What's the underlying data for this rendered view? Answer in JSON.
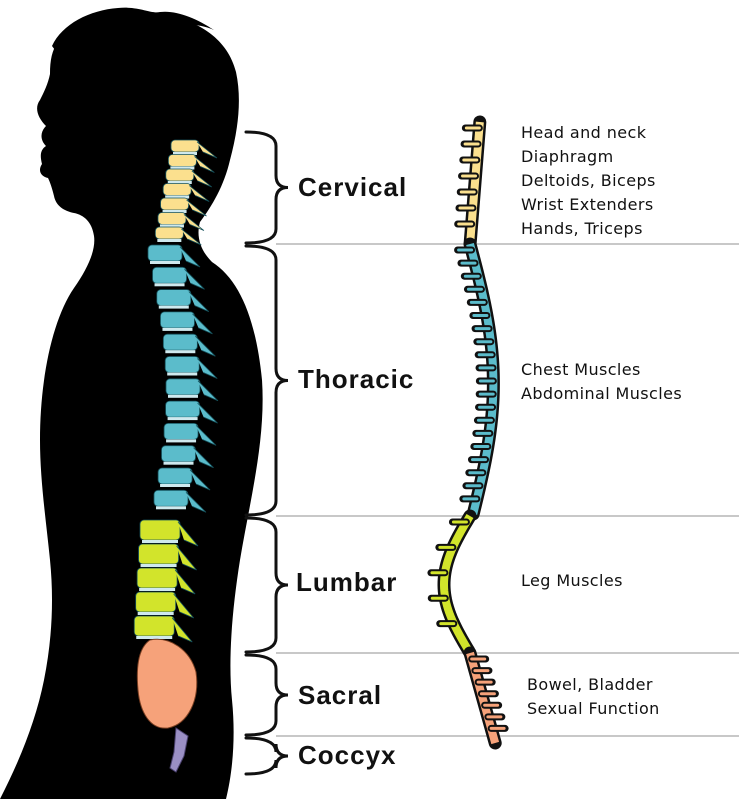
{
  "colors": {
    "cervical": "#fbe08e",
    "thoracic": "#5bbccb",
    "lumbar": "#d2e42b",
    "sacral": "#f6a27a",
    "coccyx": "#9a8fc4",
    "silhouette": "#000000",
    "divider": "#c8c8c8"
  },
  "regions": [
    {
      "name": "Cervical",
      "functions": [
        "Head and neck",
        "Diaphragm",
        "Deltoids, Biceps",
        "Wrist Extenders",
        "Hands, Triceps"
      ]
    },
    {
      "name": "Thoracic",
      "functions": [
        "Chest Muscles",
        "Abdominal Muscles"
      ]
    },
    {
      "name": "Lumbar",
      "functions": [
        "Leg Muscles"
      ]
    },
    {
      "name": "Sacral",
      "functions": [
        "Bowel, Bladder",
        "Sexual Function"
      ]
    },
    {
      "name": "Coccyx",
      "functions": []
    }
  ]
}
